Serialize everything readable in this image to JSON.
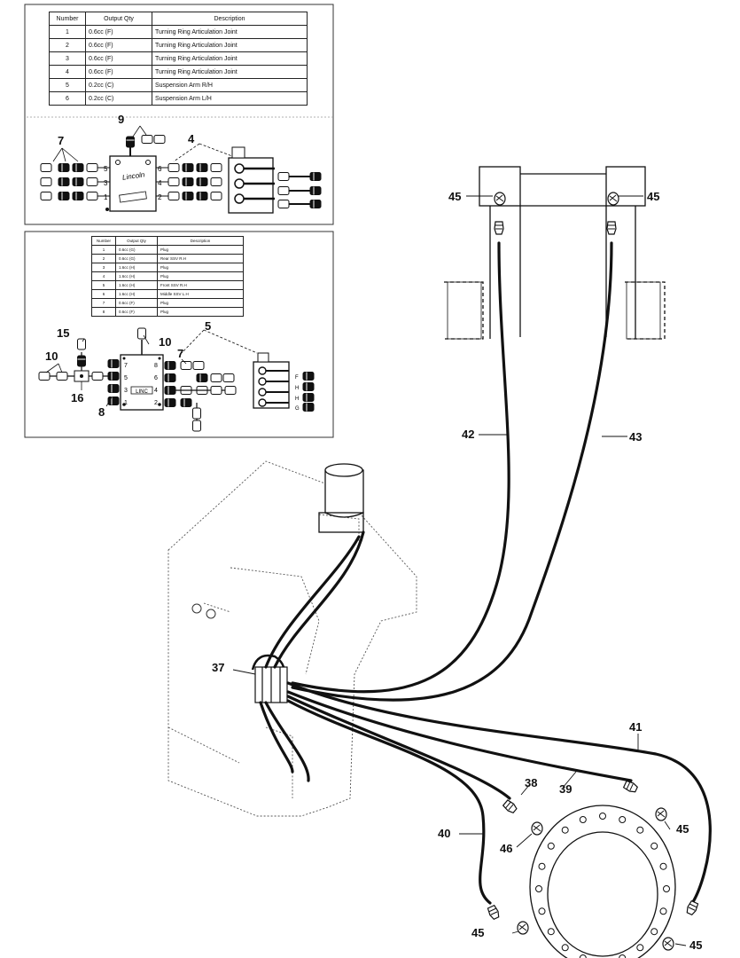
{
  "table1": {
    "headers": [
      "Number",
      "Output Qty",
      "Description"
    ],
    "rows": [
      [
        "1",
        "0.6cc (F)",
        "Turning Ring Articulation Joint"
      ],
      [
        "2",
        "0.6cc (F)",
        "Turning Ring Articulation Joint"
      ],
      [
        "3",
        "0.6cc (F)",
        "Turning Ring Articulation Joint"
      ],
      [
        "4",
        "0.6cc (F)",
        "Turning Ring Articulation Joint"
      ],
      [
        "5",
        "0.2cc (C)",
        "Suspension Arm R/H"
      ],
      [
        "6",
        "0.2cc (C)",
        "Suspension Arm L/H"
      ]
    ]
  },
  "table2": {
    "headers": [
      "Number",
      "Output Qty",
      "Description"
    ],
    "rows": [
      [
        "1",
        "0.6cc (G)",
        "Plug"
      ],
      [
        "2",
        "0.6cc (G)",
        "Rear SSV R.H"
      ],
      [
        "3",
        "1.6cc (H)",
        "Plug"
      ],
      [
        "4",
        "1.6cc (H)",
        "Plug"
      ],
      [
        "5",
        "1.6cc (H)",
        "Front SSV R.H"
      ],
      [
        "6",
        "1.6cc (H)",
        "Middle SSV L.H"
      ],
      [
        "7",
        "0.6cc (F)",
        "Plug"
      ],
      [
        "8",
        "0.6cc (F)",
        "Plug"
      ]
    ]
  },
  "block1": {
    "brand": "Lincoln",
    "ports_left": [
      "5",
      "3",
      "1"
    ],
    "ports_right": [
      "6",
      "4",
      "2"
    ]
  },
  "block2": {
    "brand": "LINC",
    "ports_left": [
      "7",
      "5",
      "3",
      "1"
    ],
    "ports_right": [
      "8",
      "6",
      "4",
      "2"
    ],
    "valve_letters": [
      "F",
      "H",
      "H",
      "G"
    ]
  },
  "callouts": {
    "c9": "9",
    "c4": "4",
    "c7": "7",
    "c10a": "10",
    "c5": "5",
    "c15": "15",
    "c10b": "10",
    "c7b": "7",
    "c16": "16",
    "c8": "8",
    "c45_tl": "45",
    "c45_tr": "45",
    "c42": "42",
    "c43": "43",
    "c37": "37",
    "c41": "41",
    "c38": "38",
    "c39": "39",
    "c40": "40",
    "c46": "46",
    "c45_r": "45",
    "c45_b": "45",
    "c45_br": "45"
  }
}
